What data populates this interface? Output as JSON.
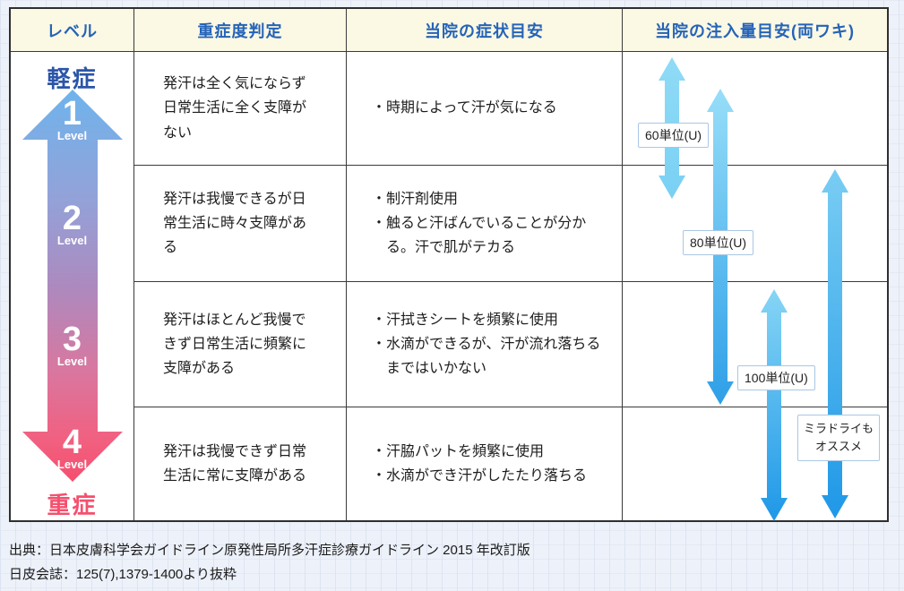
{
  "header": {
    "columns": [
      "レベル",
      "重症度判定",
      "当院の症状目安",
      "当院の注入量目安(両ワキ)"
    ]
  },
  "level_axis": {
    "top_label": "軽症",
    "bottom_label": "重症",
    "levels": [
      {
        "number": "1",
        "caption": "Level"
      },
      {
        "number": "2",
        "caption": "Level"
      },
      {
        "number": "3",
        "caption": "Level"
      },
      {
        "number": "4",
        "caption": "Level"
      }
    ]
  },
  "rows": [
    {
      "severity": "発汗は全く気にならず\n日常生活に全く支障が\nない",
      "symptoms": "・時期によって汗が気になる"
    },
    {
      "severity": "発汗は我慢できるが日\n常生活に時々支障があ\nる",
      "symptoms": "・制汗剤使用\n・触ると汗ばんでいることが分か\n　る。汗で肌がテカる"
    },
    {
      "severity": "発汗はほとんど我慢で\nきず日常生活に頻繁に\n支障がある",
      "symptoms": "・汗拭きシートを頻繁に使用\n・水滴ができるが、汗が流れ落ちる\n　まではいかない"
    },
    {
      "severity": "発汗は我慢できず日常\n生活に常に支障がある",
      "symptoms": "・汗脇パットを頻繁に使用\n・水滴ができ汗がしたたり落ちる"
    }
  ],
  "dose_labels": {
    "dose_60": "60単位(U)",
    "dose_80": "80単位(U)",
    "dose_100": "100単位(U)",
    "recommend": "ミラドライも\nオススメ"
  },
  "footer": {
    "source_line1": "出典：日本皮膚科学会ガイドライン原発性局所多汗症診療ガイドライン 2015 年改訂版",
    "source_line2": "日皮会誌：125(7),1379-1400より抜粋"
  },
  "colors": {
    "header_bg": "#fbf8e3",
    "header_text": "#2563b8",
    "mild_text": "#2b55a8",
    "severe_text": "#f4506e",
    "gradient_top": "#6fb3ec",
    "gradient_mid": "#ac8abf",
    "gradient_bottom": "#f44f6e",
    "dose_arrow_light": "#87d7f5",
    "dose_arrow_deep": "#1f98e7",
    "table_border": "#2f2f2f",
    "page_bg": "#edf1f9"
  }
}
